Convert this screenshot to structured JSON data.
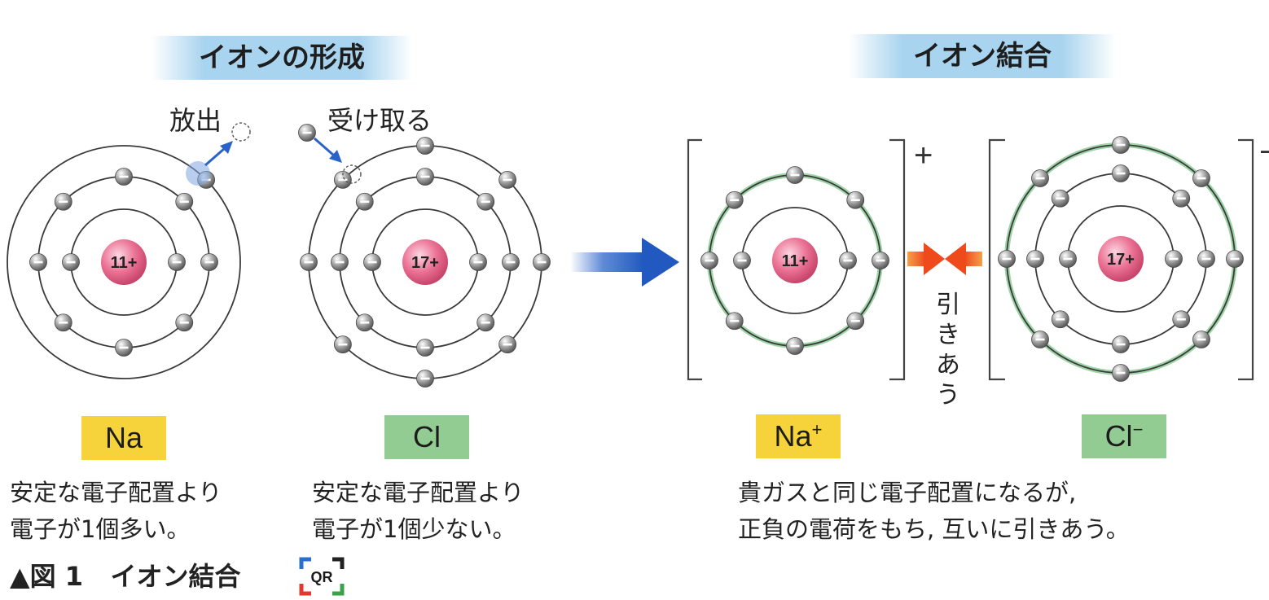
{
  "titles": {
    "formation": "イオンの形成",
    "bonding": "イオン結合"
  },
  "labels": {
    "release": "放出",
    "receive": "受け取る",
    "attract": [
      "引",
      "き",
      "あ",
      "う"
    ]
  },
  "atoms": [
    {
      "nucleus": "11+",
      "element": "Na",
      "desc": [
        "安定な電子配置より",
        "電子が1個多い。"
      ]
    },
    {
      "nucleus": "17+",
      "element": "Cl",
      "desc": [
        "安定な電子配置より",
        "電子が1個少ない。"
      ]
    }
  ],
  "ions": [
    {
      "nucleus": "11+",
      "symbol": "Na",
      "charge": "+"
    },
    {
      "nucleus": "17+",
      "symbol": "Cl",
      "charge": "−"
    }
  ],
  "ion_desc": [
    "貴ガスと同じ電子配置になるが,",
    "正負の電荷をもち, 互いに引きあう。"
  ],
  "caption": {
    "marker": "▲図",
    "number": "1",
    "title": "イオン結合"
  },
  "qr_text": "QR",
  "colors": {
    "title_band": "#a9d4ef",
    "nucleus": "#e8678a",
    "na_box": "#f6d33a",
    "cl_box": "#93cc93",
    "arrow": "#2a63c8",
    "attract_arrow": "#f0531f",
    "ion_shell": "#7ec48a"
  }
}
